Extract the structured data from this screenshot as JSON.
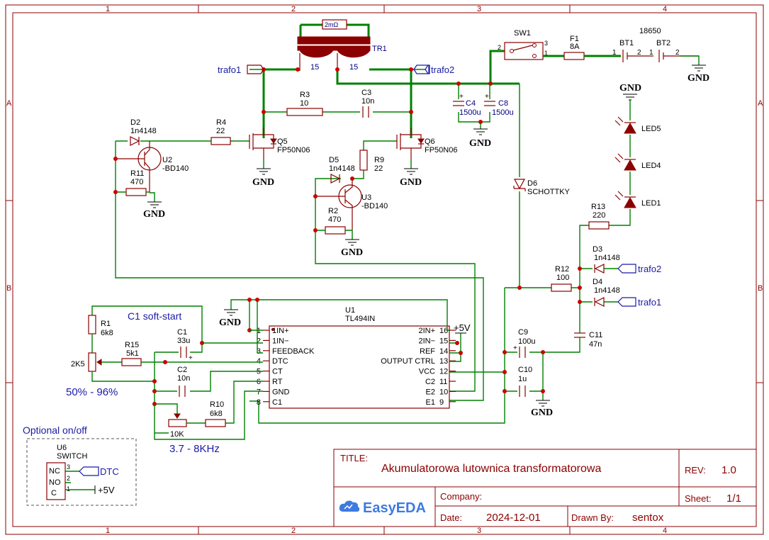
{
  "grid": {
    "cols": [
      "1",
      "2",
      "3",
      "4"
    ],
    "rows": [
      "A",
      "B"
    ]
  },
  "components": {
    "tr1": {
      "ref": "TR1",
      "value": "2mΩ",
      "turns_left": "15",
      "turns_right": "15"
    },
    "sw1": {
      "ref": "SW1",
      "p1": "1",
      "p2": "2",
      "p3": "3"
    },
    "f1": {
      "ref": "F1",
      "value": "8A"
    },
    "bt1": {
      "ref": "BT1",
      "p1": "1",
      "p2": "2"
    },
    "bt2": {
      "ref": "BT2",
      "p1": "1",
      "p2": "2"
    },
    "battery_type": "18650",
    "c4": {
      "ref": "C4",
      "value": "1500u"
    },
    "c8": {
      "ref": "C8",
      "value": "1500u"
    },
    "r3": {
      "ref": "R3",
      "value": "10"
    },
    "c3": {
      "ref": "C3",
      "value": "10n"
    },
    "d2": {
      "ref": "D2",
      "value": "1n4148"
    },
    "r4": {
      "ref": "R4",
      "value": "22"
    },
    "q5": {
      "ref": "Q5",
      "value": "FP50N06"
    },
    "q6": {
      "ref": "Q6",
      "value": "FP50N06"
    },
    "u2": {
      "ref": "U2",
      "value": "-BD140"
    },
    "r11": {
      "ref": "R11",
      "value": "470"
    },
    "d5": {
      "ref": "D5",
      "value": "1n4148"
    },
    "r9": {
      "ref": "R9",
      "value": "22"
    },
    "u3": {
      "ref": "U3",
      "value": "-BD140"
    },
    "r2": {
      "ref": "R2",
      "value": "470"
    },
    "d6": {
      "ref": "D6",
      "value": "SCHOTTKY"
    },
    "led5": {
      "ref": "LED5"
    },
    "led4": {
      "ref": "LED4"
    },
    "led1": {
      "ref": "LED1"
    },
    "r13": {
      "ref": "R13",
      "value": "220"
    },
    "d3": {
      "ref": "D3",
      "value": "1n4148"
    },
    "d4": {
      "ref": "D4",
      "value": "1n4148"
    },
    "r12": {
      "ref": "R12",
      "value": "100"
    },
    "c11": {
      "ref": "C11",
      "value": "47n"
    },
    "c9": {
      "ref": "C9",
      "value": "100u"
    },
    "c10": {
      "ref": "C10",
      "value": "1u"
    },
    "u1": {
      "ref": "U1",
      "value": "TL494IN"
    },
    "r1": {
      "ref": "R1",
      "value": "6k8"
    },
    "r15": {
      "ref": "R15",
      "value": "5k1"
    },
    "pot1": {
      "value": "2K5"
    },
    "c1": {
      "ref": "C1",
      "value": "33u"
    },
    "c2": {
      "ref": "C2",
      "value": "10n"
    },
    "r10": {
      "ref": "R10",
      "value": "6k8"
    },
    "pot2": {
      "value": "10K"
    },
    "u6": {
      "ref": "U6",
      "value": "SWITCH",
      "nc": "NC",
      "no": "NO",
      "c": "C",
      "p1": "1",
      "p2": "2",
      "p3": "3"
    }
  },
  "u1_pins_left": [
    {
      "num": "1",
      "name": "1IN+"
    },
    {
      "num": "2",
      "name": "1IN−"
    },
    {
      "num": "3",
      "name": "FEEDBACK"
    },
    {
      "num": "4",
      "name": "DTC"
    },
    {
      "num": "5",
      "name": "CT"
    },
    {
      "num": "6",
      "name": "RT"
    },
    {
      "num": "7",
      "name": "GND"
    },
    {
      "num": "8",
      "name": "C1"
    }
  ],
  "u1_pins_right": [
    {
      "num": "16",
      "name": "2IN+"
    },
    {
      "num": "15",
      "name": "2IN−"
    },
    {
      "num": "14",
      "name": "REF"
    },
    {
      "num": "13",
      "name": "OUTPUT CTRL"
    },
    {
      "num": "12",
      "name": "VCC"
    },
    {
      "num": "11",
      "name": "C2"
    },
    {
      "num": "10",
      "name": "E2"
    },
    {
      "num": "9",
      "name": "E1"
    }
  ],
  "nets": {
    "gnd": "GND",
    "v5": "+5V",
    "trafo1": "trafo1",
    "trafo2": "trafo2",
    "dtc": "DTC"
  },
  "notes": {
    "c1_softstart": "C1 soft-start",
    "duty": "50% - 96%",
    "freq": "3.7 - 8KHz",
    "optional": "Optional on/off"
  },
  "title_block": {
    "title_label": "TITLE:",
    "title": "Akumulatorowa lutownica transformatorowa",
    "rev_label": "REV:",
    "rev": "1.0",
    "company_label": "Company:",
    "sheet_label": "Sheet:",
    "sheet": "1/1",
    "date_label": "Date:",
    "date": "2024-12-01",
    "drawn_label": "Drawn By:",
    "drawn": "sentox",
    "logo": "EasyEDA"
  },
  "colors": {
    "wire": "#008000",
    "part": "#8b0000",
    "label": "#000080",
    "junction": "#cc0000"
  }
}
